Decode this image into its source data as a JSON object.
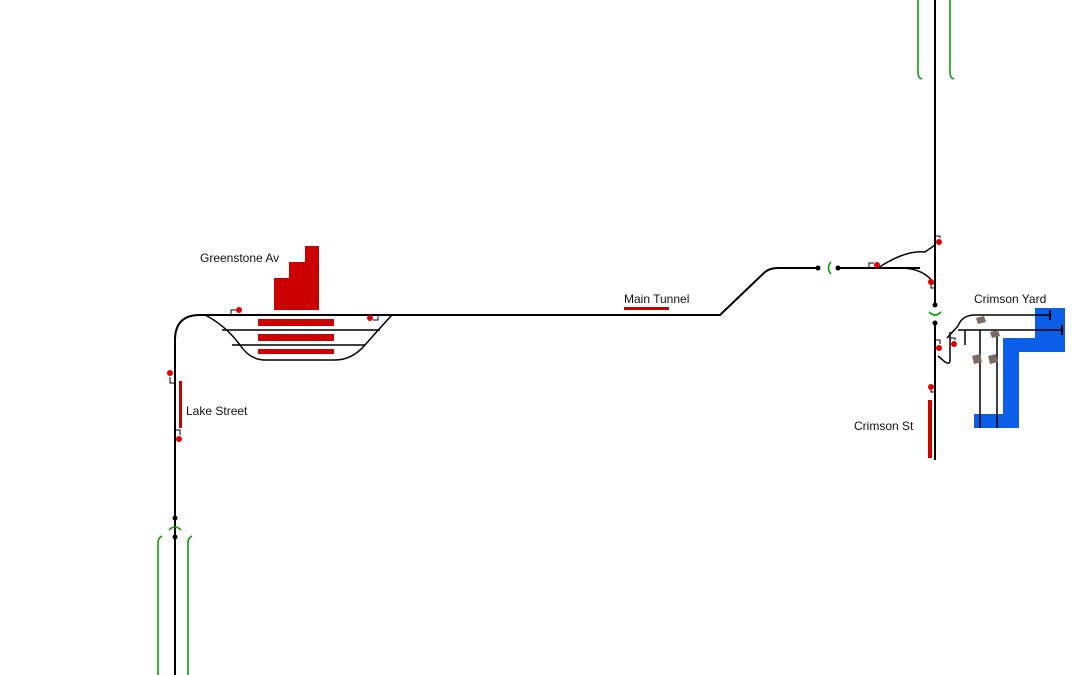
{
  "stations": {
    "greenstone": {
      "name": "Greenstone Av"
    },
    "main_tunnel": {
      "name": "Main Tunnel"
    },
    "lake_street": {
      "name": "Lake Street"
    },
    "crimson_yard": {
      "name": "Crimson Yard"
    },
    "crimson_st": {
      "name": "Crimson St"
    }
  },
  "colors": {
    "track": "#000000",
    "platform_occupied": "#cc0000",
    "yard": "#0a5ee8",
    "portal": "#119911",
    "signal_danger": "#dd0000",
    "train_sprite": "#7a6a66"
  }
}
